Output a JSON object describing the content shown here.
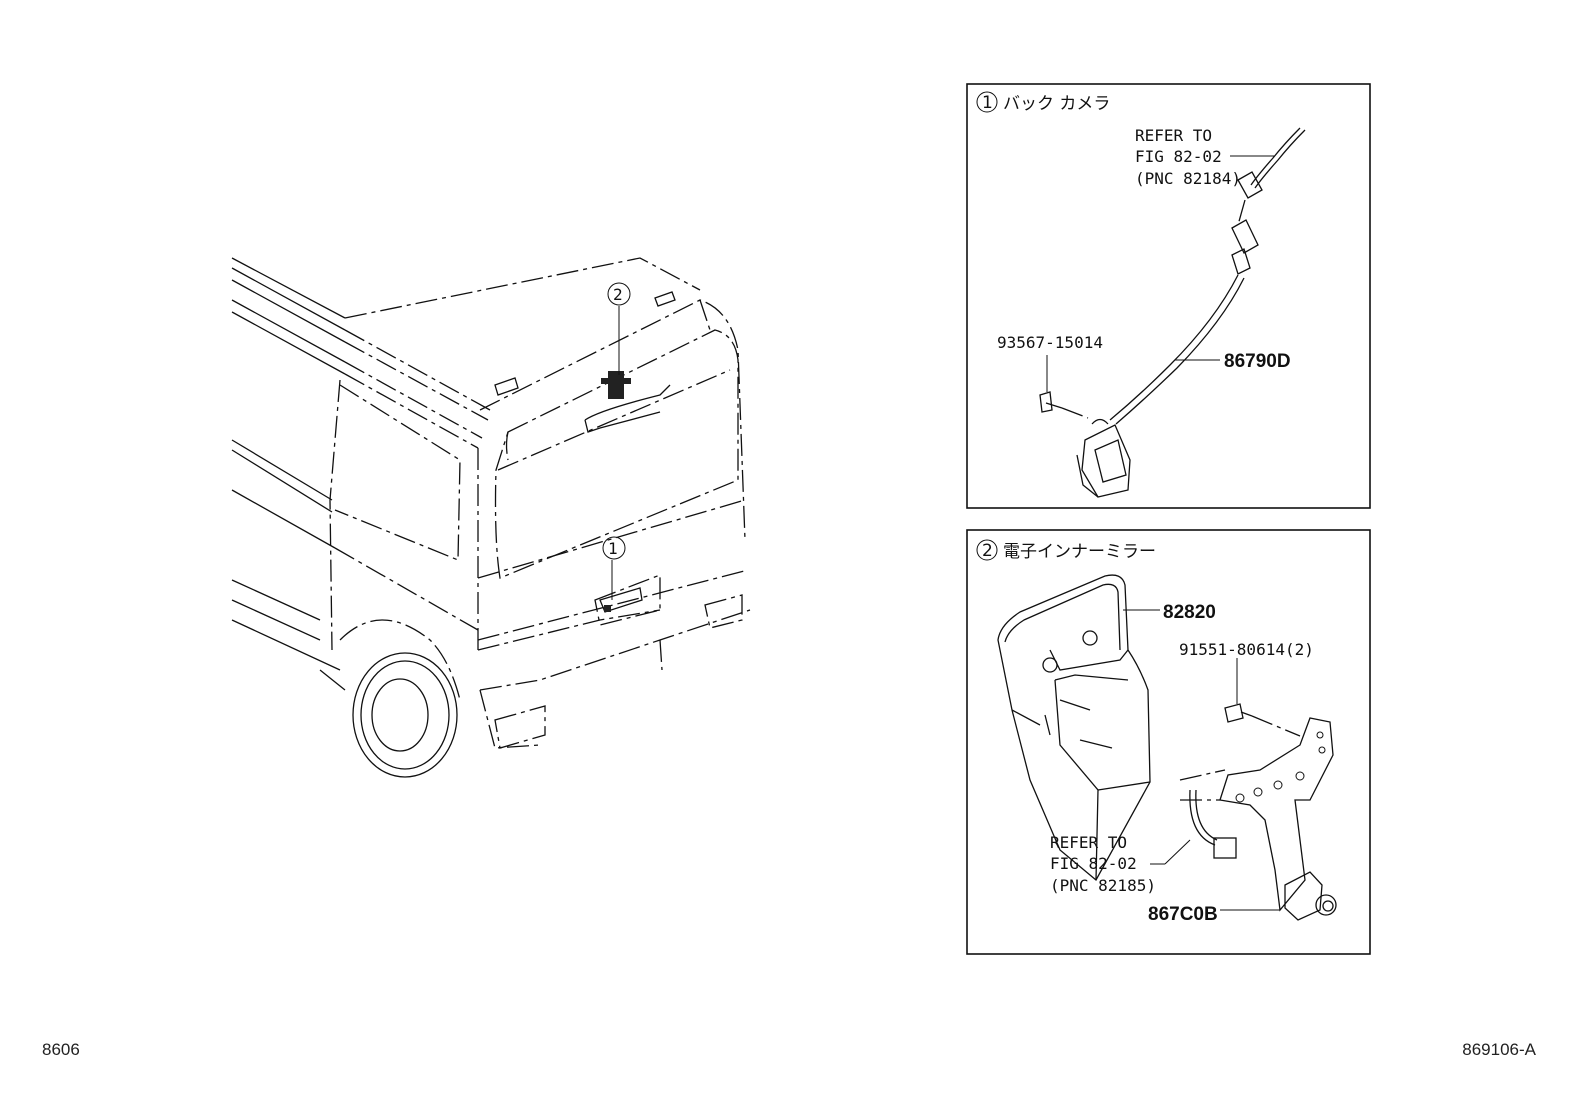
{
  "vehicle": {
    "callouts": [
      "2",
      "1"
    ]
  },
  "panel1": {
    "number": "1",
    "title": "バック カメラ",
    "refer": [
      "REFER TO",
      "FIG 82-02",
      "(PNC 82184)"
    ],
    "part_screw": "93567-15014",
    "part_camera": "86790D"
  },
  "panel2": {
    "number": "2",
    "title": "電子インナーミラー",
    "part_cover": "82820",
    "part_bolt": "91551-80614(2)",
    "refer": [
      "REFER TO",
      "FIG 82-02",
      "(PNC 82185)"
    ],
    "part_camera": "867C0B"
  },
  "footer": {
    "left": "8606",
    "right": "869106-A"
  }
}
